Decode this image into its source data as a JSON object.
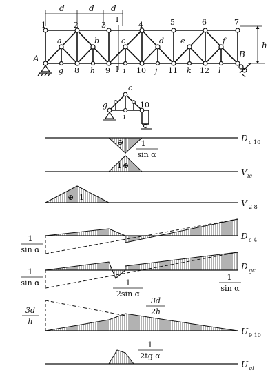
{
  "truss": {
    "dim_labels": [
      "d",
      "d",
      "d"
    ],
    "height_label": "h",
    "section_labels": [
      "I",
      "I"
    ],
    "support_labels": [
      "A",
      "B"
    ],
    "top_nodes": [
      "1",
      "2",
      "3",
      "4",
      "5",
      "6",
      "7"
    ],
    "bottom_nodes": [
      "8",
      "9",
      "10",
      "11",
      "12"
    ],
    "mid_nodes": [
      "a",
      "b",
      "c",
      "d",
      "e",
      "f"
    ],
    "lower_nodes": [
      "g",
      "h",
      "i",
      "j",
      "k",
      "l"
    ]
  },
  "detail": {
    "labels": [
      "c",
      "g",
      "10",
      "i"
    ]
  },
  "influence_lines": [
    {
      "id": "D_c10",
      "name": "D",
      "sub": "c 10",
      "notes": [
        {
          "num": "1",
          "den": "sin α"
        }
      ],
      "signs": [
        "⊖"
      ]
    },
    {
      "id": "V_ic",
      "name": "V",
      "sub": "ic",
      "notes": [],
      "signs": [
        "⊕"
      ],
      "value_labels": [
        "1"
      ]
    },
    {
      "id": "V_28",
      "name": "V",
      "sub": "2 8",
      "notes": [],
      "signs": [
        "⊕"
      ],
      "value_labels": [
        "1"
      ]
    },
    {
      "id": "D_c4",
      "name": "D",
      "sub": "c 4",
      "notes": [
        {
          "num": "1",
          "den": "sin α"
        }
      ]
    },
    {
      "id": "D_gc",
      "name": "D",
      "sub": "gc",
      "notes": [
        {
          "num": "1",
          "den": "sin α"
        },
        {
          "num": "1",
          "den": "2sin α"
        },
        {
          "num": "1",
          "den": "sin α"
        }
      ]
    },
    {
      "id": "U_910",
      "name": "U",
      "sub": "9 10",
      "notes": [
        {
          "num": "3d",
          "den": "h"
        },
        {
          "num": "3d",
          "den": "2h"
        }
      ]
    },
    {
      "id": "U_gi",
      "name": "U",
      "sub": "gi",
      "notes": [
        {
          "num": "1",
          "den": "2tg α"
        }
      ]
    }
  ]
}
